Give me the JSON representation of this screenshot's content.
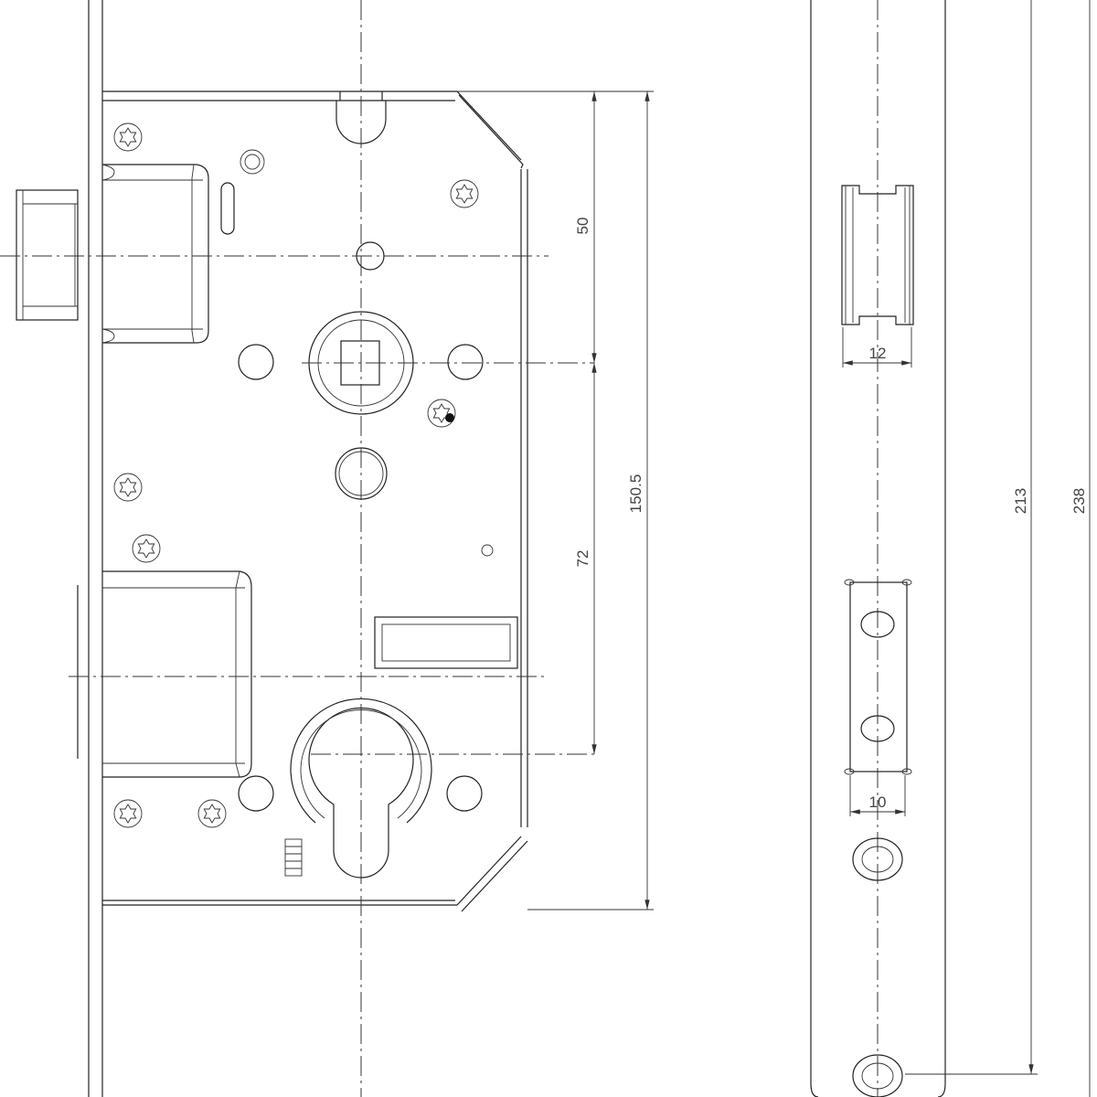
{
  "drawing": {
    "title": "Mortise lock technical drawing",
    "dimensions": {
      "latch_to_spindle": "50",
      "spindle_to_cylinder": "72",
      "case_height": "150.5",
      "latch_width": "12",
      "bolt_width": "10",
      "fixing_hole_spacing": "213",
      "faceplate_length": "238"
    },
    "line_color": "#222222",
    "background": "#ffffff"
  }
}
